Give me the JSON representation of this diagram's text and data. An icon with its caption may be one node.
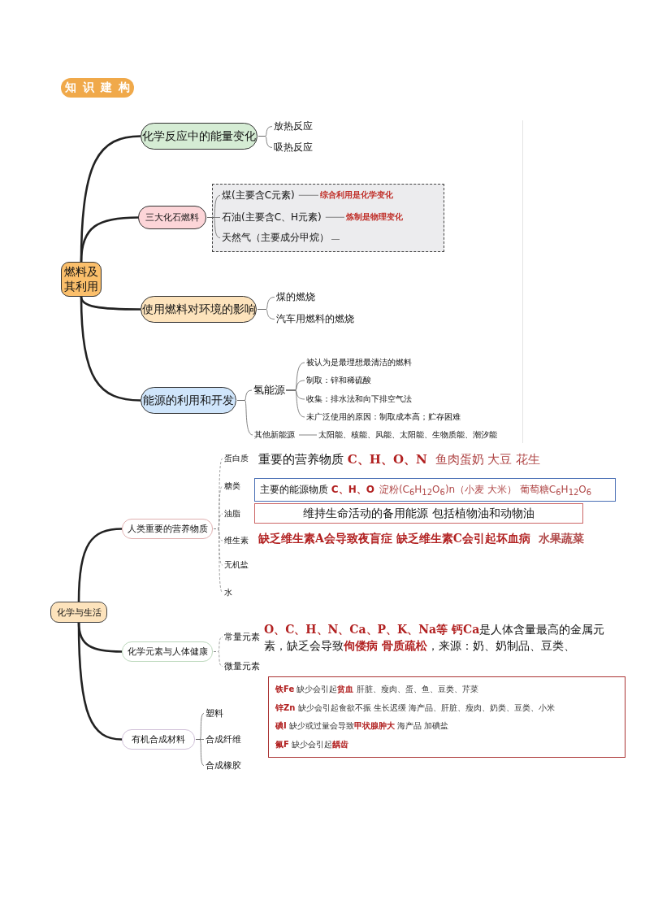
{
  "diagram": {
    "title": "知识建构",
    "nodes": [
      {
        "text": [
          "燃料及其利用"
        ]
      },
      {
        "text": [
          "化学反应中的能量变化"
        ]
      },
      {
        "text": [
          "放热反应"
        ]
      },
      {
        "text": [
          "吸热反应"
        ]
      },
      {
        "text": [
          "三大化石燃料"
        ]
      },
      {
        "text": [],
        "shape": "box"
      },
      {
        "text": [
          "煤(主要含C元素)"
        ],
        "in": 5
      },
      {
        "text": [
          "综合利用是化学变化"
        ],
        "in": 5
      },
      {
        "text": [
          "石油(主要含C、H元素)"
        ],
        "in": 5
      },
      {
        "text": [
          "炼制是物理变化"
        ],
        "in": 5
      },
      {
        "text": [
          "天然气（主要成分甲烷）"
        ],
        "in": 5
      },
      {
        "text": [
          "使用燃料对环境的影响"
        ]
      },
      {
        "text": [
          "煤的燃烧"
        ]
      },
      {
        "text": [
          "汽车用燃料的燃烧"
        ]
      },
      {
        "text": [
          "能源的利用和开发"
        ]
      },
      {
        "text": [
          "氢能源"
        ]
      },
      {
        "text": [
          "被认为是最理想最清洁的燃料"
        ]
      },
      {
        "text": [
          "制取：锌和稀硫酸"
        ]
      },
      {
        "text": [
          "收集：排水法和向下排空气法"
        ]
      },
      {
        "text": [
          "未广泛使用的原因：制取成本高；贮存困难"
        ]
      },
      {
        "text": [
          "其他新能源"
        ]
      },
      {
        "text": [
          "太阳能、核能、风能、太阳能、生物质能、潮汐能"
        ]
      },
      {
        "text": [
          "化学与生活"
        ]
      },
      {
        "text": [
          "人类重要的营养物质"
        ]
      },
      {
        "text": [
          "蛋白质"
        ],
        "beside": [
          "重要的营养物质 **C、H、O、N**",
          "鱼肉蛋奶 大豆 花生"
        ]
      },
      {
        "text": [
          "糖类"
        ]
      },
      {
        "text": [
          "油脂"
        ]
      },
      {
        "text": [
          "维生素"
        ],
        "beside": [
          "缺乏维生素A会导致夜盲症 缺乏维生素C会引起坏血病",
          "水果蔬菜"
        ]
      },
      {
        "text": [
          "无机盐"
        ]
      },
      {
        "text": [
          "水"
        ]
      },
      {
        "text": [
          "主要的能源物质 **C、H、O**",
          "淀粉(C$_{6}$H$_{12}$O$_{6}$)n（小麦 大米） 葡萄糖C$_{6}$H$_{12}$O$_{6}$"
        ]
      },
      {
        "text": [
          "维持生命活动的备用能源 包括植物油和动物油"
        ]
      },
      {
        "text": [
          "化学元素与人体健康"
        ]
      },
      {
        "text": [
          "常量元素"
        ],
        "beside": [
          "**O、C、H、N、Ca、P、K、Na等 钙Ca**是人体含量最高的金属元素，缺乏会导致**佝偻病 骨质疏松**，来源：奶、奶制品、豆类、"
        ]
      },
      {
        "text": [
          "微量元素"
        ]
      },
      {
        "text": [
          "**铁Fe** 缺少会引起**贫血** 肝脏、瘦肉、蛋、鱼、豆类、芹菜",
          "**锌Zn** 缺少会引起食欲不振 生长迟缓 海产品、肝脏、瘦肉、奶类、豆类、小米",
          "**碘I** 缺少或过量会导致**甲状腺肿大** 海产品 加碘盐",
          "**氟F** 缺少会引起**龋齿**"
        ]
      },
      {
        "text": [
          "有机合成材料"
        ]
      },
      {
        "text": [
          "塑料"
        ]
      },
      {
        "text": [
          "合成纤维"
        ]
      },
      {
        "text": [
          "合成橡胶"
        ]
      }
    ],
    "edges": [
      {
        "from": 0,
        "to": 1,
        "arrow": "none",
        "style": "thick"
      },
      {
        "from": 0,
        "to": 4,
        "arrow": "none",
        "style": "thick"
      },
      {
        "from": 0,
        "to": 11,
        "arrow": "none",
        "style": "thick"
      },
      {
        "from": 0,
        "to": 14,
        "arrow": "none",
        "style": "thick"
      },
      {
        "from": 1,
        "to": 2,
        "arrow": "none"
      },
      {
        "from": 1,
        "to": 3,
        "arrow": "none"
      },
      {
        "from": 4,
        "to": 6,
        "arrow": "none"
      },
      {
        "from": 4,
        "to": 8,
        "arrow": "none"
      },
      {
        "from": 4,
        "to": 10,
        "arrow": "none"
      },
      {
        "from": 6,
        "to": 7,
        "arrow": "none"
      },
      {
        "from": 8,
        "to": 9,
        "arrow": "none"
      },
      {
        "from": 10,
        "to": null,
        "arrow": "none"
      },
      {
        "from": 11,
        "to": 12,
        "arrow": "none"
      },
      {
        "from": 11,
        "to": 13,
        "arrow": "none"
      },
      {
        "from": 14,
        "to": 15,
        "arrow": "none"
      },
      {
        "from": 14,
        "to": 20,
        "arrow": "none"
      },
      {
        "from": 15,
        "to": 16,
        "arrow": "none"
      },
      {
        "from": 15,
        "to": 17,
        "arrow": "none"
      },
      {
        "from": 15,
        "to": 18,
        "arrow": "none"
      },
      {
        "from": 15,
        "to": 19,
        "arrow": "none"
      },
      {
        "from": 20,
        "to": 21,
        "arrow": "none"
      },
      {
        "from": 22,
        "to": 23,
        "arrow": "none",
        "style": "thick"
      },
      {
        "from": 22,
        "to": 32,
        "arrow": "none",
        "style": "thick"
      },
      {
        "from": 22,
        "to": 36,
        "arrow": "none",
        "style": "thick"
      },
      {
        "from": 23,
        "to": 24,
        "arrow": "none",
        "style": "dashed"
      },
      {
        "from": 23,
        "to": 25,
        "arrow": "none",
        "style": "dashed"
      },
      {
        "from": 23,
        "to": 26,
        "arrow": "none",
        "style": "dashed"
      },
      {
        "from": 23,
        "to": 27,
        "arrow": "none",
        "style": "dashed"
      },
      {
        "from": 23,
        "to": 28,
        "arrow": "none",
        "style": "dashed"
      },
      {
        "from": 23,
        "to": 29,
        "arrow": "none",
        "style": "dashed"
      },
      {
        "from": 32,
        "to": 33,
        "arrow": "none",
        "style": "dashed"
      },
      {
        "from": 32,
        "to": 34,
        "arrow": "none",
        "style": "dashed"
      },
      {
        "from": 36,
        "to": 37,
        "arrow": "none"
      },
      {
        "from": 36,
        "to": 38,
        "arrow": "none"
      },
      {
        "from": 36,
        "to": 39,
        "arrow": "none"
      }
    ]
  }
}
